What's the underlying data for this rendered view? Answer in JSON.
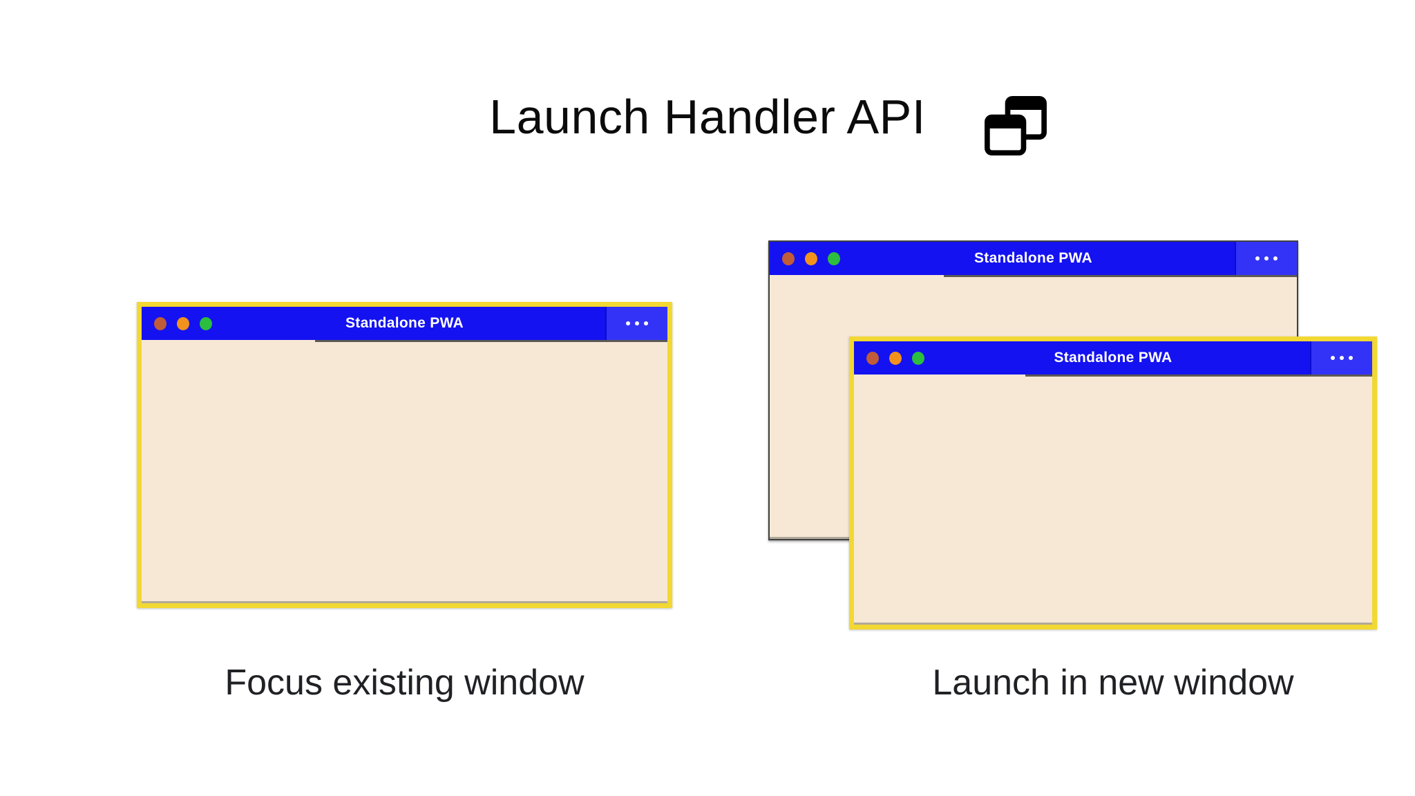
{
  "header": {
    "title": "Launch Handler API",
    "icon": "overlapping-windows-icon"
  },
  "left_scenario": {
    "caption": "Focus existing window",
    "window": {
      "title": "Standalone PWA",
      "highlighted": true
    }
  },
  "right_scenario": {
    "caption": "Launch in new window",
    "back_window": {
      "title": "Standalone PWA",
      "highlighted": false
    },
    "front_window": {
      "title": "Standalone PWA",
      "highlighted": true
    }
  },
  "colors": {
    "titlebar_blue": "#1412F0",
    "menu_segment_blue": "#3333F7",
    "menu_divider_blue": "#0B0BD0",
    "window_body_cream": "#F7E8D5",
    "highlight_yellow": "#F2D832",
    "plain_border_gray": "#3F3F3F",
    "traffic_red": "#C05C38",
    "traffic_orange": "#F2921D",
    "traffic_green": "#2CBE3E",
    "title_text": "#0B0B0B",
    "caption_text": "#202124",
    "titlebar_text": "#FFFFFF"
  }
}
